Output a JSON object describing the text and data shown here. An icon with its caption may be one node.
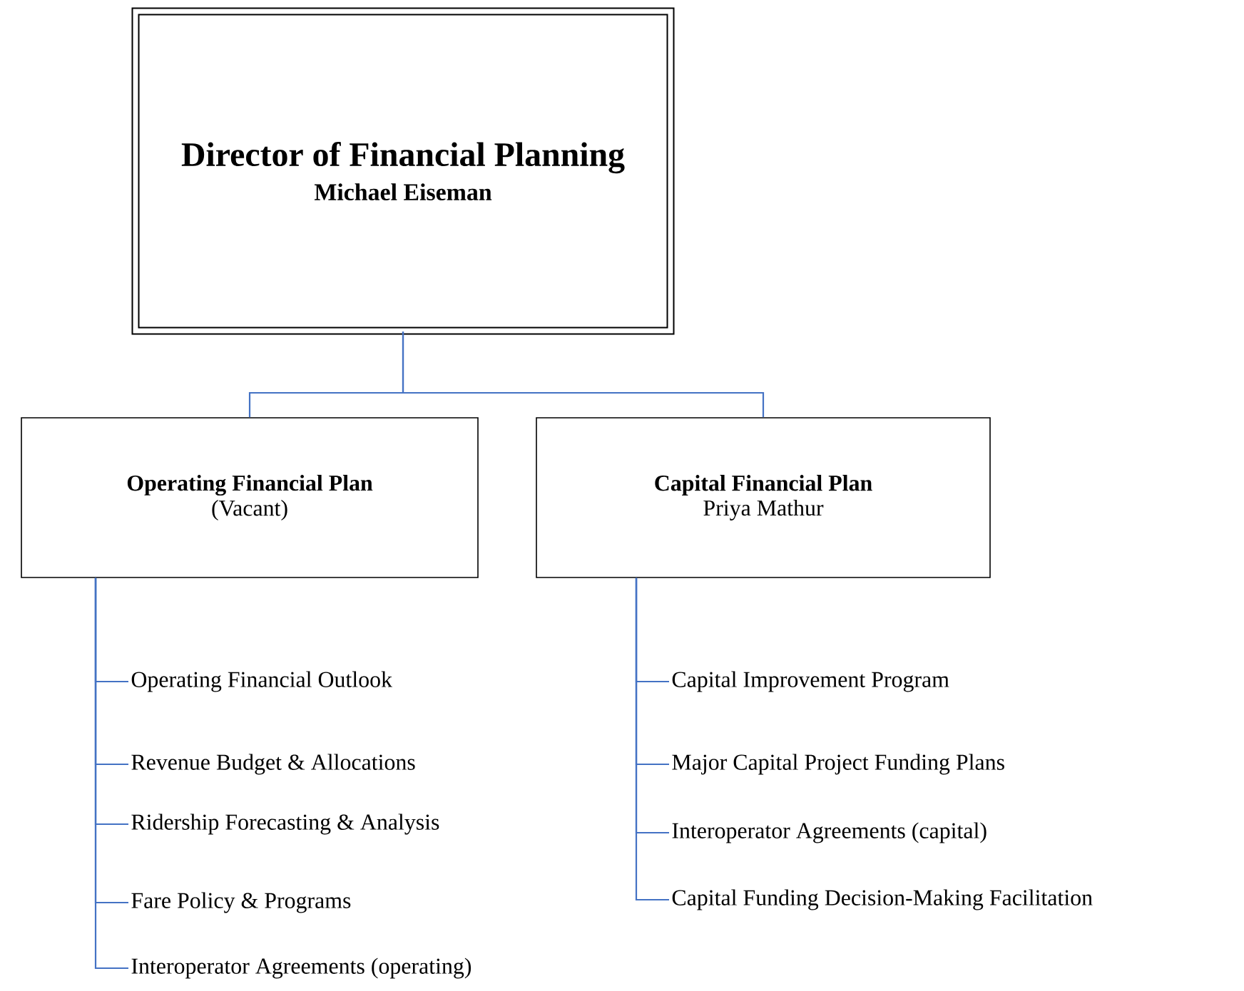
{
  "diagram": {
    "nodes": [
      {
        "text": [
          "Director of Financial Planning",
          "Michael Eiseman"
        ]
      },
      {
        "text": [
          "Operating Financial Plan",
          "(Vacant)"
        ]
      },
      {
        "text": [
          "Capital Financial Plan",
          "Priya Mathur"
        ]
      },
      {
        "text": [
          "Operating Financial Outlook"
        ]
      },
      {
        "text": [
          "Revenue Budget & Allocations"
        ]
      },
      {
        "text": [
          "Ridership Forecasting & Analysis"
        ]
      },
      {
        "text": [
          "Fare Policy & Programs"
        ]
      },
      {
        "text": [
          "Interoperator Agreements (operating)"
        ]
      },
      {
        "text": [
          "Capital Improvement Program"
        ]
      },
      {
        "text": [
          "Major Capital Project Funding Plans"
        ]
      },
      {
        "text": [
          "Interoperator Agreements (capital)"
        ]
      },
      {
        "text": [
          "Capital Funding Decision-Making Facilitation"
        ]
      }
    ],
    "edges": [
      {
        "from": 0,
        "to": 1,
        "arrow": "none"
      },
      {
        "from": 0,
        "to": 2,
        "arrow": "none"
      },
      {
        "from": 1,
        "to": 3,
        "arrow": "none"
      },
      {
        "from": 1,
        "to": 4,
        "arrow": "none"
      },
      {
        "from": 1,
        "to": 5,
        "arrow": "none"
      },
      {
        "from": 1,
        "to": 6,
        "arrow": "none"
      },
      {
        "from": 1,
        "to": 7,
        "arrow": "none"
      },
      {
        "from": 2,
        "to": 8,
        "arrow": "none"
      },
      {
        "from": 2,
        "to": 9,
        "arrow": "none"
      },
      {
        "from": 2,
        "to": 10,
        "arrow": "none"
      },
      {
        "from": 2,
        "to": 11,
        "arrow": "none"
      }
    ]
  }
}
